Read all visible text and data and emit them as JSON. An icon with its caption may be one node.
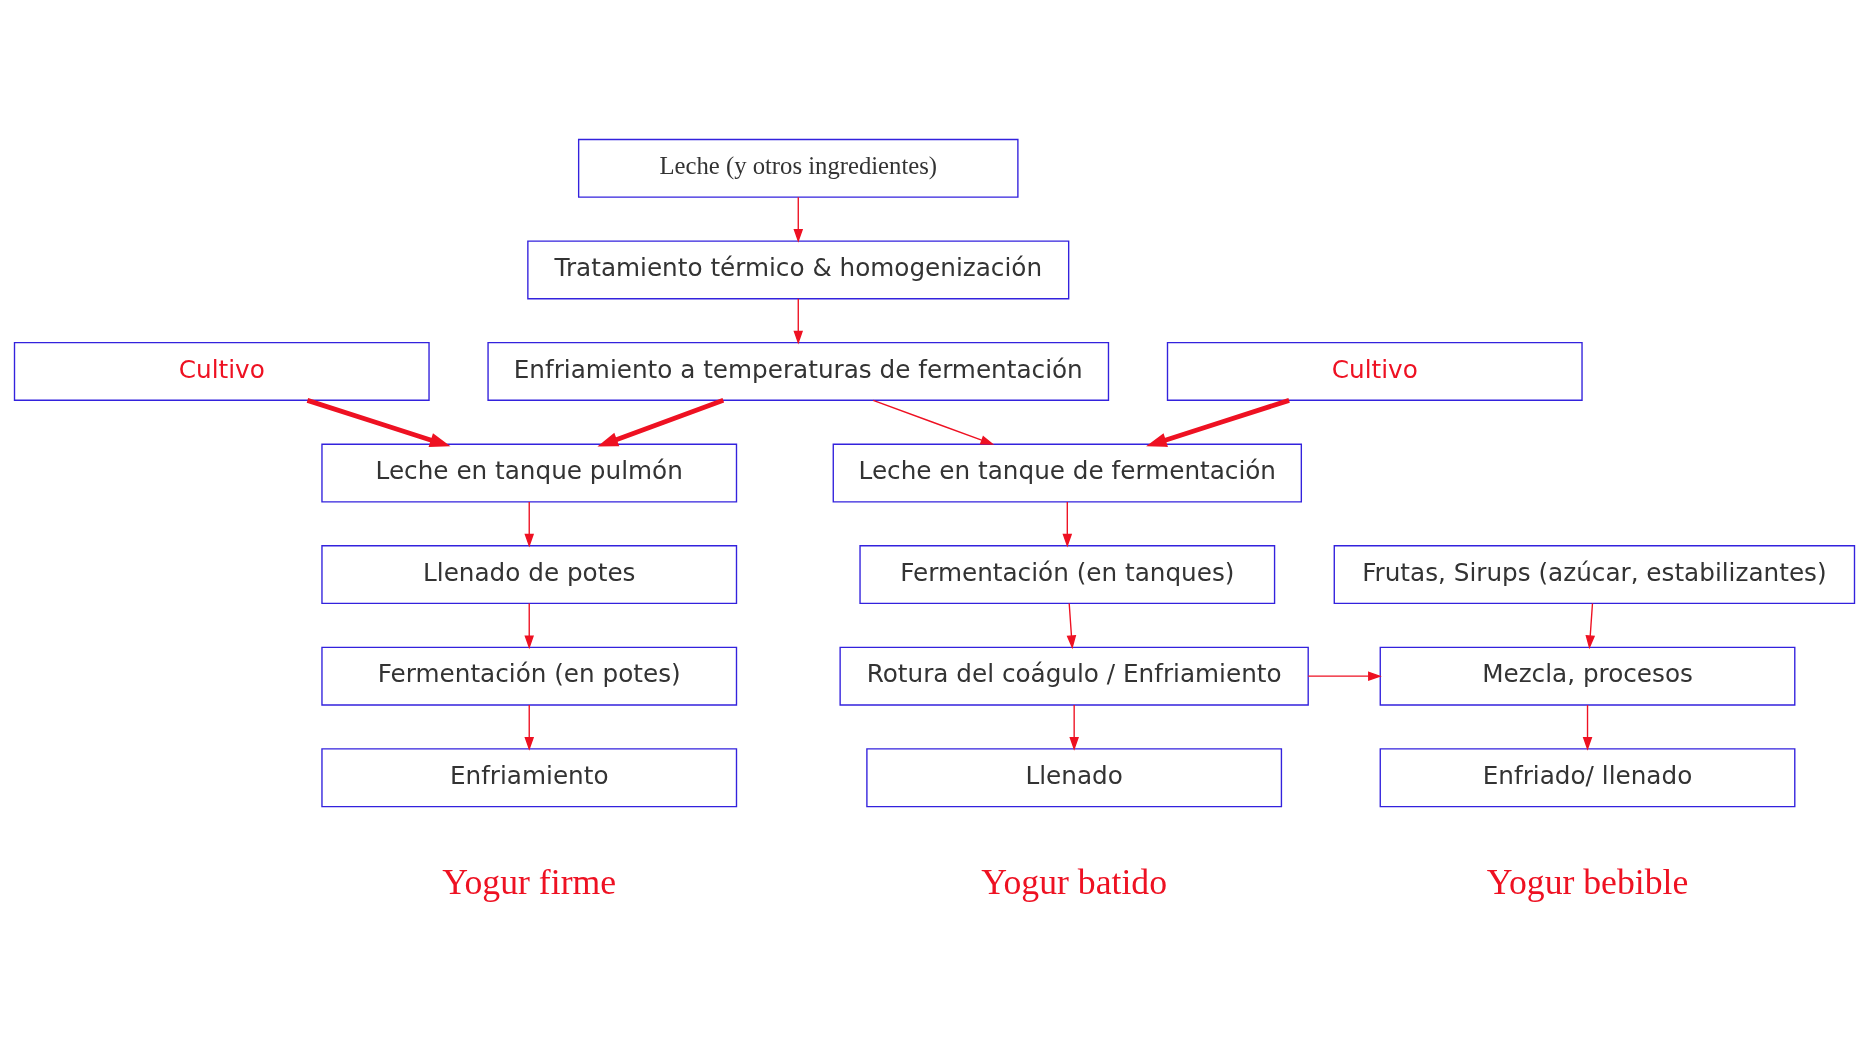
{
  "diagram": {
    "nodes": [
      {
        "text": [
          "Leche (y otros ingredientes)"
        ]
      },
      {
        "text": [
          "Tratamiento térmico & homogenización"
        ]
      },
      {
        "text": [
          "Cultivo"
        ]
      },
      {
        "text": [
          "Enfriamiento a temperaturas de fermentación"
        ]
      },
      {
        "text": [
          "Cultivo"
        ]
      },
      {
        "text": [
          "Leche en tanque pulmón"
        ]
      },
      {
        "text": [
          "Leche en tanque de fermentación"
        ]
      },
      {
        "text": [
          "Frutas, Sirups (azúcar, estabilizantes)"
        ]
      },
      {
        "text": [
          "Llenado de potes"
        ]
      },
      {
        "text": [
          "Fermentación (en tanques)"
        ]
      },
      {
        "text": [
          "Fermentación (en potes)"
        ]
      },
      {
        "text": [
          "Rotura del coágulo / Enfriamiento"
        ]
      },
      {
        "text": [
          "Mezcla, procesos"
        ]
      },
      {
        "text": [
          "Enfriamiento"
        ]
      },
      {
        "text": [
          "Llenado"
        ]
      },
      {
        "text": [
          "Enfriado/ llenado"
        ]
      }
    ],
    "edges": [
      {
        "from": 0,
        "to": 1,
        "arrow": "to"
      },
      {
        "from": 1,
        "to": 3,
        "arrow": "to"
      },
      {
        "from": 3,
        "to": 5,
        "arrow": "to",
        "style": "thick"
      },
      {
        "from": 2,
        "to": 5,
        "arrow": "to",
        "style": "thick"
      },
      {
        "from": 3,
        "to": 6,
        "arrow": "to"
      },
      {
        "from": 4,
        "to": 6,
        "arrow": "to",
        "style": "thick"
      },
      {
        "from": 5,
        "to": 8,
        "arrow": "to"
      },
      {
        "from": 6,
        "to": 9,
        "arrow": "to"
      },
      {
        "from": 7,
        "to": 12,
        "arrow": "to"
      },
      {
        "from": 8,
        "to": 10,
        "arrow": "to"
      },
      {
        "from": 9,
        "to": 11,
        "arrow": "to"
      },
      {
        "from": 11,
        "to": 12,
        "arrow": "to"
      },
      {
        "from": 10,
        "to": 13,
        "arrow": "to"
      },
      {
        "from": 11,
        "to": 14,
        "arrow": "to"
      },
      {
        "from": 12,
        "to": 15,
        "arrow": "to"
      }
    ],
    "labels": [
      "Yogur firme",
      "Yogur batido",
      "Yogur bebible"
    ]
  }
}
